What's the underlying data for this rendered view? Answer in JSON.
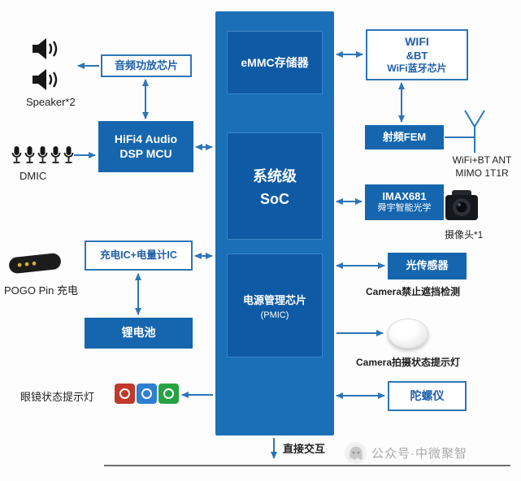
{
  "colors": {
    "container_blue": "#1a6fb7",
    "inner_block_blue": "#0f5aa4",
    "filled_box_blue": "#1566ae",
    "outline_blue": "#2e75b6",
    "text_blue": "#1f5fa9",
    "led_red": "#c0392b",
    "led_blue": "#2e7fd0",
    "led_green": "#27a243"
  },
  "center_column": {
    "emmc_label": "eMMC存储器",
    "soc_label_line1": "系统级",
    "soc_label_line2": "SoC",
    "pmic_label_line1": "电源管理芯片",
    "pmic_label_line2": "(PMIC)"
  },
  "audio": {
    "speaker_label": "Speaker*2",
    "amp_label": "音频功放芯片",
    "dsp_label_line1": "HiFi4 Audio",
    "dsp_label_line2": "DSP MCU",
    "dmic_label": "DMIC"
  },
  "power": {
    "pogo_label": "POGO Pin 充电",
    "charger_label": "充电IC+电量计IC",
    "battery_label": "锂电池",
    "glasses_led_label": "眼镜状态提示灯"
  },
  "wireless": {
    "wifi_line1": "WIFI",
    "wifi_line2": "&BT",
    "wifi_line3": "WiFi蓝牙芯片",
    "fem_label": "射频FEM",
    "antenna_line1": "WiFi+BT ANT",
    "antenna_line2": "MIMO 1T1R"
  },
  "camera": {
    "sensor_line1": "IMAX681",
    "sensor_line2": "舜宇智能光学",
    "camera_label": "摄像头*1",
    "light_sensor_label": "光传感器",
    "occlusion_label": "Camera禁止遮挡检测",
    "record_led_label": "Camera拍摄状态提示灯"
  },
  "motion": {
    "gyro_label": "陀螺仪"
  },
  "footer": {
    "interaction_label": "直接交互",
    "watermark_text": "公众号·中微聚智"
  }
}
